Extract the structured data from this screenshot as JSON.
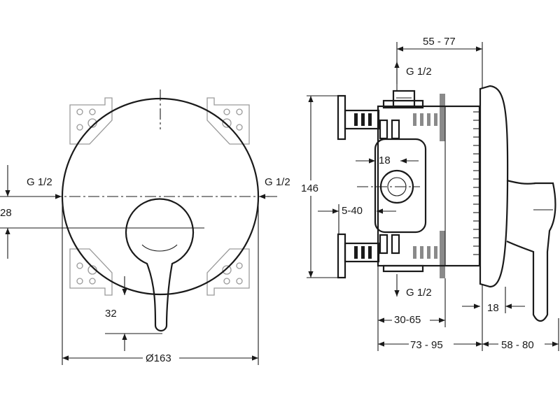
{
  "labels": {
    "g_half_left": "G 1/2",
    "g_half_right": "G 1/2",
    "dim_28": "28",
    "dim_32": "32",
    "dim_dia163": "Ø163",
    "dim_55_77": "55 - 77",
    "g_half_top": "G 1/2",
    "dim_18_upper": "18",
    "dim_146": "146",
    "dim_5_40": "5-40",
    "g_half_bottom": "G 1/2",
    "dim_30_65": "30-65",
    "dim_18_lower": "18",
    "dim_73_95": "73 - 95",
    "dim_58_80": "58 - 80"
  }
}
